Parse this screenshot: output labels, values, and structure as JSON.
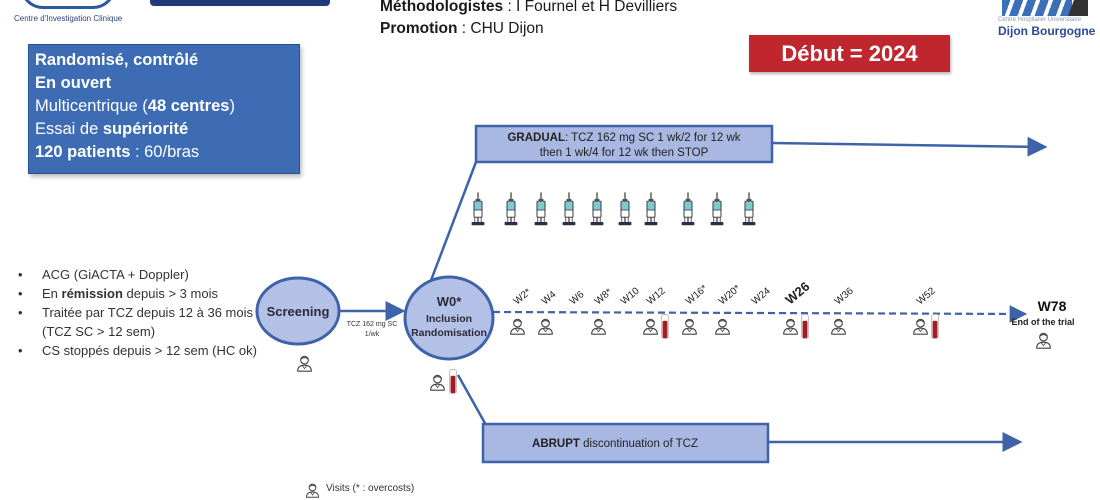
{
  "logos": {
    "cic_text": "Centre d'Investigation Clinique",
    "chu_subtitle": "Centre Hospitalier Universitaire",
    "chu_name": "Dijon Bourgogne"
  },
  "header": {
    "methodologists_label": "Méthodologistes",
    "methodologists_value": " : I Fournel et H Devilliers",
    "promotion_label": "Promotion",
    "promotion_value": " : CHU Dijon"
  },
  "design": {
    "line1": "Randomisé, contrôlé",
    "line2": "En ouvert",
    "line3_pre": "Multicentrique (",
    "line3_bold": "48 centres",
    "line3_post": ")",
    "line4_pre": "Essai de ",
    "line4_bold": "supériorité",
    "line5_bold": "120 patients",
    "line5_post": " : 60/bras"
  },
  "start_badge": "Début = 2024",
  "criteria": [
    {
      "pre": "ACG (GiACTA + Doppler)",
      "bold": "",
      "post": ""
    },
    {
      "pre": "En ",
      "bold": "rémission",
      "post": " depuis > 3 mois"
    },
    {
      "pre": "Traitée par TCZ depuis 12 à 36 mois (TCZ SC > 12 sem)",
      "bold": "",
      "post": ""
    },
    {
      "pre": "CS stoppés depuis > 12 sem (HC ok)",
      "bold": "",
      "post": ""
    }
  ],
  "nodes": {
    "screening": "Screening",
    "w0_title": "W0*",
    "w0_line1": "Inclusion",
    "w0_line2": "Randomisation",
    "screening_arrow_line1": "TCZ 162 mg SC",
    "screening_arrow_line2": "1/wk"
  },
  "arms": {
    "gradual_bold": "GRADUAL",
    "gradual_line1": ": TCZ 162 mg SC 1 wk/2 for 12 wk",
    "gradual_line2": "then 1 wk/4 for 12 wk then STOP",
    "abrupt_bold": "ABRUPT",
    "abrupt_text": " discontinuation of TCZ"
  },
  "injections_count": 10,
  "timeline": {
    "visits": [
      {
        "label": "W2*",
        "visit": true,
        "blood": false
      },
      {
        "label": "W4",
        "visit": true,
        "blood": false
      },
      {
        "label": "W6",
        "visit": false,
        "blood": false
      },
      {
        "label": "W8*",
        "visit": true,
        "blood": false
      },
      {
        "label": "W10",
        "visit": false,
        "blood": false
      },
      {
        "label": "W12",
        "visit": true,
        "blood": true
      },
      {
        "label": "W16*",
        "visit": true,
        "blood": false
      },
      {
        "label": "W20*",
        "visit": true,
        "blood": false
      },
      {
        "label": "W24",
        "visit": false,
        "blood": false
      },
      {
        "label": "W26",
        "visit": true,
        "blood": true,
        "emphasis": true
      },
      {
        "label": "W36",
        "visit": true,
        "blood": false
      },
      {
        "label": "W52",
        "visit": true,
        "blood": true
      }
    ],
    "end_label": "W78",
    "end_sublabel": "End of the trial"
  },
  "legend": {
    "visits": "Visits (* : overcosts)"
  },
  "colors": {
    "arrow_blue": "#3e63a8",
    "node_fill": "#b4c1e6",
    "box_fill": "#a9b8e3",
    "badge_red": "#c0262d",
    "design_blue": "#3d6cb5",
    "blood_red": "#a31d24"
  }
}
